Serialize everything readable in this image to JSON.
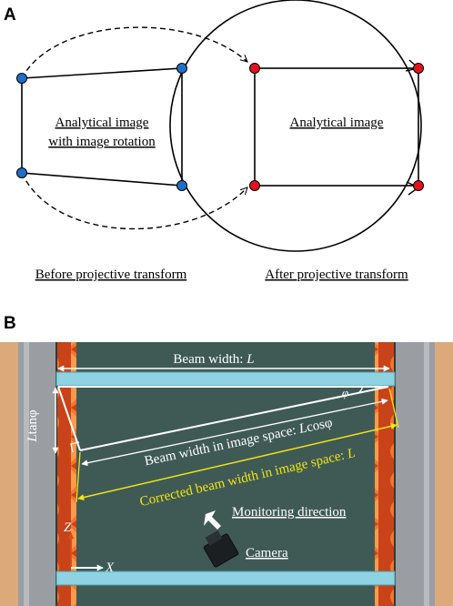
{
  "panel_a": {
    "label": "A",
    "left_box_line1": "Analytical image",
    "left_box_line2": "with image rotation",
    "right_box_label": "Analytical image",
    "before_caption": "Before projective transform",
    "after_caption": "After projective transform",
    "colors": {
      "blue_point": "#1f6fc7",
      "red_point": "#e0141e"
    }
  },
  "panel_b": {
    "label": "B",
    "beam_width_prefix": "Beam width: ",
    "beam_width_var": "L",
    "phi": "φ",
    "ltan_main": "L",
    "ltan_rest": "tanφ",
    "image_space_prefix": "Beam width in image space: ",
    "image_space_var": "L",
    "image_space_rest": "cosφ",
    "corrected_prefix": "Corrected beam width in image space: ",
    "corrected_var": "L",
    "monitoring_direction": "Monitoring direction",
    "camera": "Camera",
    "axis_z": "Z",
    "axis_x": "X",
    "colors": {
      "channel": "#3f5a55",
      "side_tan": "#dca97b",
      "rail_gray": "#9a9ea3",
      "corrugation": "#e2581c",
      "beam": "#8fd3e3",
      "yellow": "#f2e515",
      "axis_arrow": "#e24a1a"
    }
  }
}
